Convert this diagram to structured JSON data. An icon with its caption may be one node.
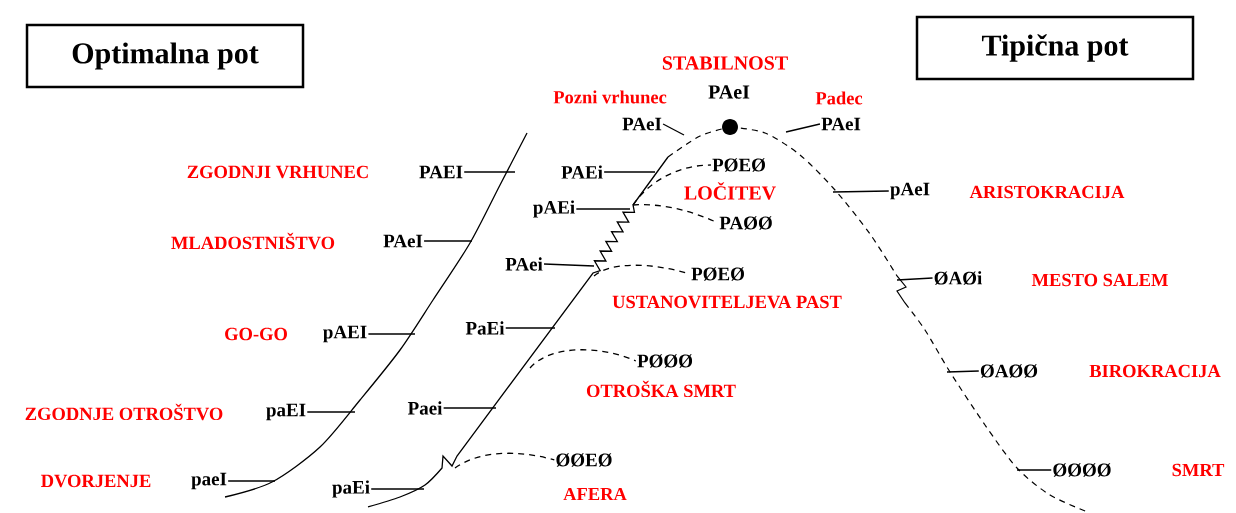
{
  "diagram": {
    "nodes": [
      {
        "text": [
          "Optimalna pot"
        ]
      },
      {
        "text": [
          "Tipična pot"
        ]
      },
      {
        "text": [
          "PAEI"
        ],
        "beside": [
          "ZGODNJI VRHUNEC"
        ]
      },
      {
        "text": [
          "PAeI"
        ],
        "beside": [
          "MLADOSTNIŠTVO"
        ]
      },
      {
        "text": [
          "pAEI"
        ],
        "beside": [
          "GO-GO"
        ]
      },
      {
        "text": [
          "paEI"
        ],
        "beside": [
          "ZGODNJE OTROŠTVO"
        ]
      },
      {
        "text": [
          "paeI"
        ],
        "beside": [
          "DVORJENJE"
        ]
      },
      {
        "text": [
          "PAeI"
        ],
        "beside": [
          "Pozni vrhunec"
        ]
      },
      {
        "text": [
          "PAEi"
        ]
      },
      {
        "text": [
          "pAEi"
        ]
      },
      {
        "text": [
          "PAei"
        ]
      },
      {
        "text": [
          "PaEi"
        ]
      },
      {
        "text": [
          "Paei"
        ]
      },
      {
        "text": [
          "paEi"
        ]
      },
      {
        "text": [
          "PAeI"
        ],
        "beside": [
          "Padec"
        ]
      },
      {
        "text": [
          "pAeI"
        ],
        "beside": [
          "ARISTOKRACIJA"
        ]
      },
      {
        "text": [
          "ØAØi"
        ],
        "beside": [
          "MESTO SALEM"
        ]
      },
      {
        "text": [
          "ØAØØ"
        ],
        "beside": [
          "BIROKRACIJA"
        ]
      },
      {
        "text": [
          "ØØØØ"
        ],
        "beside": [
          "SMRT"
        ]
      },
      {
        "text": [
          "PØEØ"
        ]
      },
      {
        "text": [
          "PAØØ"
        ]
      },
      {
        "text": [
          "PØEØ"
        ],
        "beside": [
          "USTANOVITELJEVA PAST"
        ]
      },
      {
        "text": [
          "PØØØ"
        ],
        "beside": [
          "OTROŠKA SMRT"
        ]
      },
      {
        "text": [
          "ØØEØ"
        ],
        "beside": [
          "AFERA"
        ]
      }
    ],
    "edges": [
      {
        "from": 2,
        "to": null,
        "arrow": "none"
      },
      {
        "from": 3,
        "to": null,
        "arrow": "none"
      },
      {
        "from": 4,
        "to": null,
        "arrow": "none"
      },
      {
        "from": 5,
        "to": null,
        "arrow": "none"
      },
      {
        "from": 6,
        "to": null,
        "arrow": "none"
      },
      {
        "from": 7,
        "to": null,
        "arrow": "none"
      },
      {
        "from": 8,
        "to": null,
        "arrow": "none"
      },
      {
        "from": 9,
        "to": null,
        "arrow": "none"
      },
      {
        "from": 10,
        "to": null,
        "arrow": "none"
      },
      {
        "from": 11,
        "to": null,
        "arrow": "none"
      },
      {
        "from": 12,
        "to": null,
        "arrow": "none"
      },
      {
        "from": 13,
        "to": null,
        "arrow": "none"
      },
      {
        "from": 14,
        "to": null,
        "arrow": "none"
      },
      {
        "from": 15,
        "to": null,
        "arrow": "none"
      },
      {
        "from": 16,
        "to": null,
        "arrow": "none"
      },
      {
        "from": 17,
        "to": null,
        "arrow": "none"
      },
      {
        "from": 18,
        "to": null,
        "arrow": "none"
      },
      {
        "from": null,
        "to": 19,
        "arrow": "none",
        "style": "dashed"
      },
      {
        "from": null,
        "to": 20,
        "arrow": "none",
        "style": "dashed"
      },
      {
        "from": null,
        "to": 21,
        "arrow": "none",
        "style": "dashed"
      },
      {
        "from": null,
        "to": 22,
        "arrow": "none",
        "style": "dashed"
      },
      {
        "from": null,
        "to": 23,
        "arrow": "none",
        "style": "dashed"
      }
    ],
    "labels": [
      "STABILNOST",
      "PAeI",
      "LOČITEV"
    ]
  }
}
